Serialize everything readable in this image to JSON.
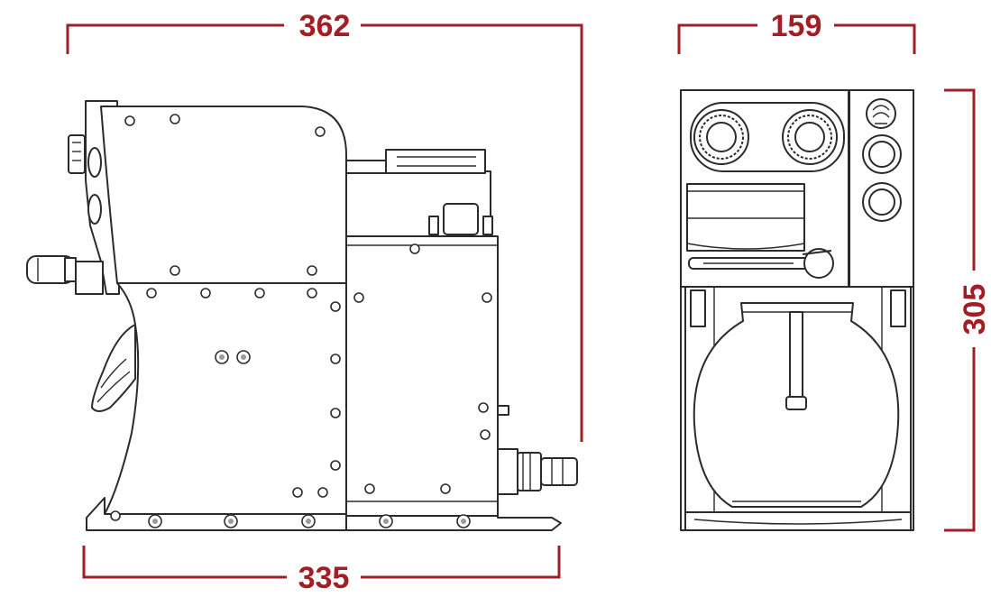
{
  "dimensions": {
    "side_width": "362",
    "base_length": "335",
    "front_width": "159",
    "height": "305"
  },
  "colors": {
    "dimension": "#a31d24",
    "outline": "#2b2b2b",
    "background": "#ffffff"
  }
}
